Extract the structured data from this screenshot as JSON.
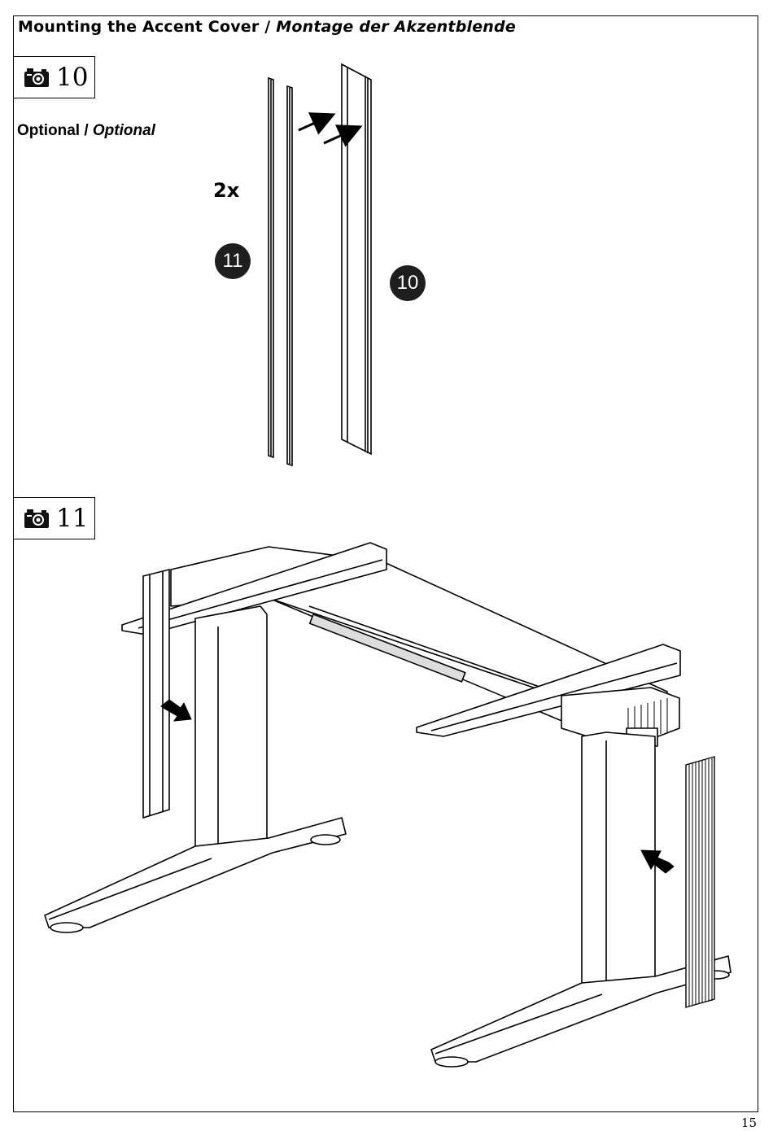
{
  "header": {
    "title_en": "Mounting the Accent Cover",
    "title_sep": " / ",
    "title_de": "Montage der Akzentblende"
  },
  "steps": [
    {
      "number": "10",
      "icon": "camera-icon"
    },
    {
      "number": "11",
      "icon": "camera-icon"
    }
  ],
  "step10": {
    "optional_en": "Optional",
    "optional_sep": " / ",
    "optional_de": "Optional",
    "quantity": "2x",
    "part_a": "11",
    "part_b": "10"
  },
  "footer": {
    "page_number": "15"
  },
  "colors": {
    "ink": "#000000",
    "badge": "#1e1e1e",
    "paper": "#ffffff"
  }
}
